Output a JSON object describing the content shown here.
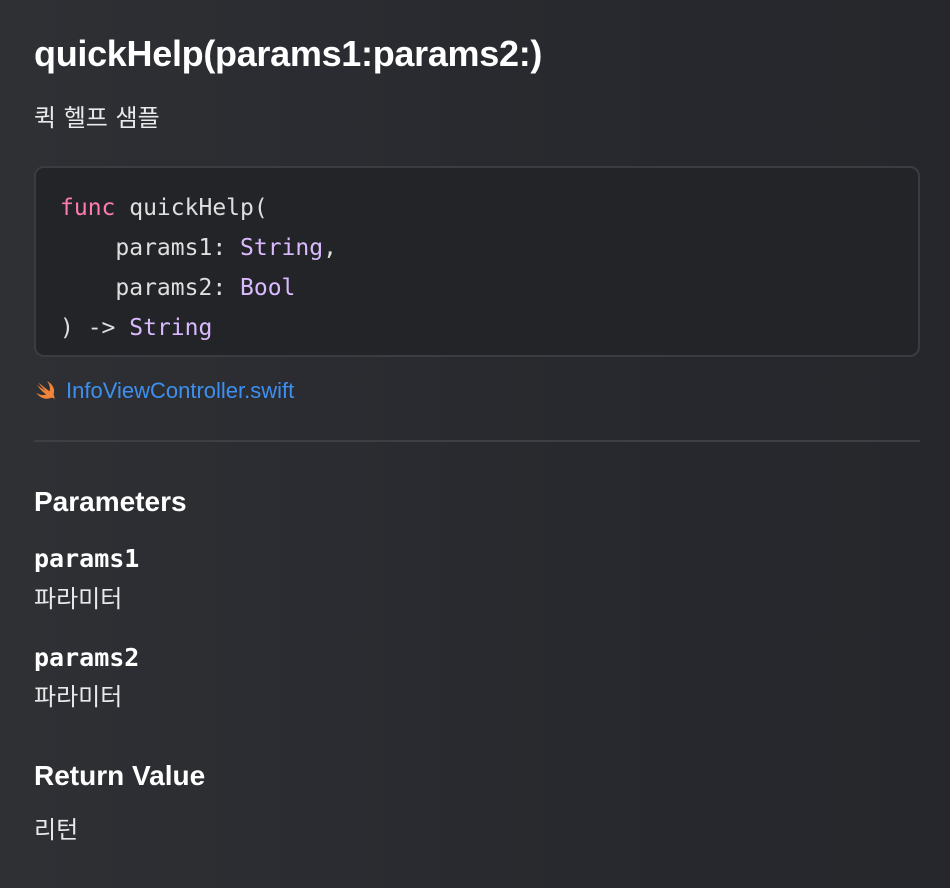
{
  "title": "quickHelp(params1:params2:)",
  "summary": "퀵 헬프 샘플",
  "declaration": {
    "line1": {
      "keyword": "func",
      "name": " quickHelp("
    },
    "line2": {
      "indent": "    params1: ",
      "type": "String",
      "suffix": ","
    },
    "line3": {
      "indent": "    params2: ",
      "type": "Bool"
    },
    "line4": {
      "prefix": ") -> ",
      "type": "String"
    }
  },
  "file": {
    "icon": "swift-icon",
    "name": "InfoViewController.swift"
  },
  "parameters": {
    "heading": "Parameters",
    "items": [
      {
        "name": "params1",
        "description": "파라미터"
      },
      {
        "name": "params2",
        "description": "파라미터"
      }
    ]
  },
  "return_value": {
    "heading": "Return Value",
    "description": "리턴"
  },
  "colors": {
    "keyword": "#ff7ab2",
    "type": "#dabaff",
    "link": "#3d8ff0",
    "swift_icon": "#f0853a"
  }
}
